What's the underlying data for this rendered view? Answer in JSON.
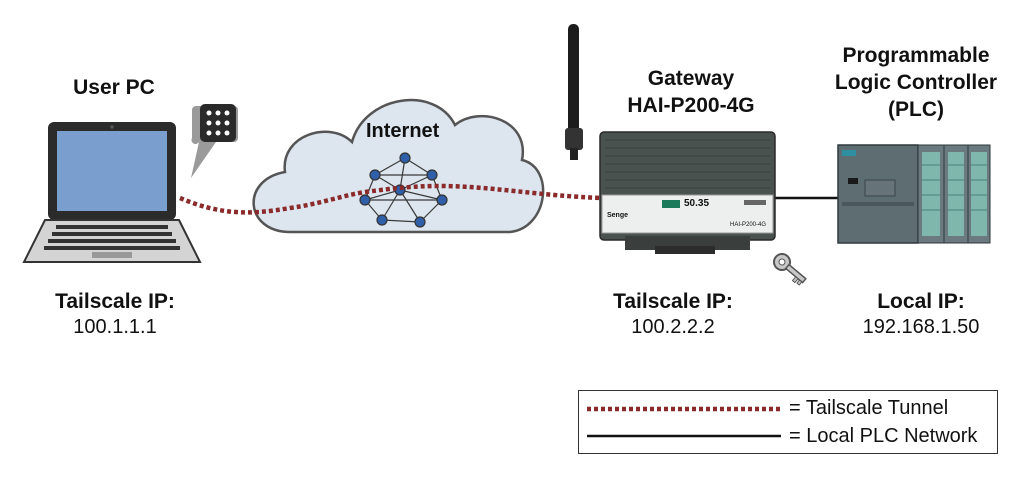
{
  "nodes": {
    "user_pc": {
      "title": "User PC",
      "ip_label": "Tailscale IP:",
      "ip_value": "100.1.1.1"
    },
    "internet": {
      "title": "Internet"
    },
    "gateway": {
      "title_line1": "Gateway",
      "title_line2": "HAI-P200-4G",
      "ip_label": "Tailscale IP:",
      "ip_value": "100.2.2.2",
      "device_brand": "Senge",
      "device_model": "HAI-P200-4G",
      "device_display": "50.35"
    },
    "plc": {
      "title_line1": "Programmable",
      "title_line2": "Logic Controller",
      "title_line3": "(PLC)",
      "ip_label": "Local IP:",
      "ip_value": "192.168.1.50"
    }
  },
  "legend": {
    "tunnel": "= Tailscale Tunnel",
    "local": "= Local PLC Network"
  },
  "colors": {
    "tunnel": "#8b2a2a",
    "local": "#111111",
    "cloud_fill": "#dde6ef",
    "cloud_stroke": "#555555",
    "gateway_body": "#4a5250",
    "plc_body": "#5d6d72",
    "plc_module": "#7fb7ad"
  },
  "icons": [
    "laptop-icon",
    "app-grid-icon",
    "cloud-icon",
    "network-mesh-icon",
    "antenna-icon",
    "key-icon"
  ]
}
